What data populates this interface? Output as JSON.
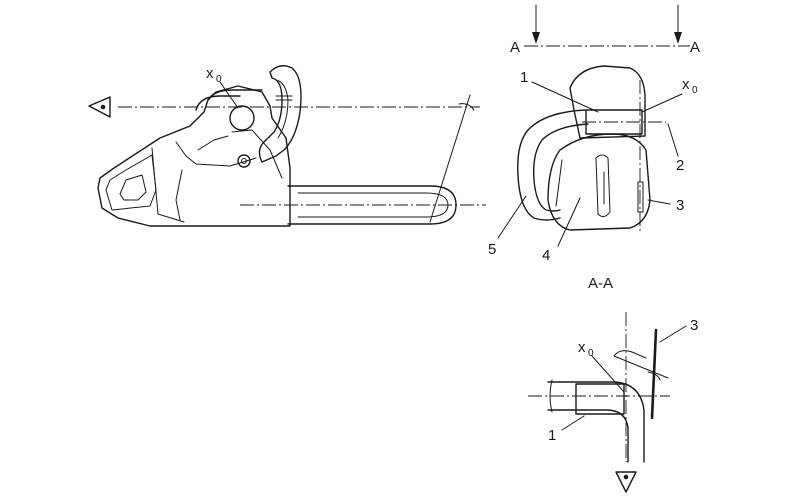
{
  "labels": {
    "x0": "x",
    "x0_sub": "0",
    "one": "1",
    "two": "2",
    "three": "3",
    "four": "4",
    "five": "5",
    "section_letter": "A",
    "section_title": "A-A"
  }
}
